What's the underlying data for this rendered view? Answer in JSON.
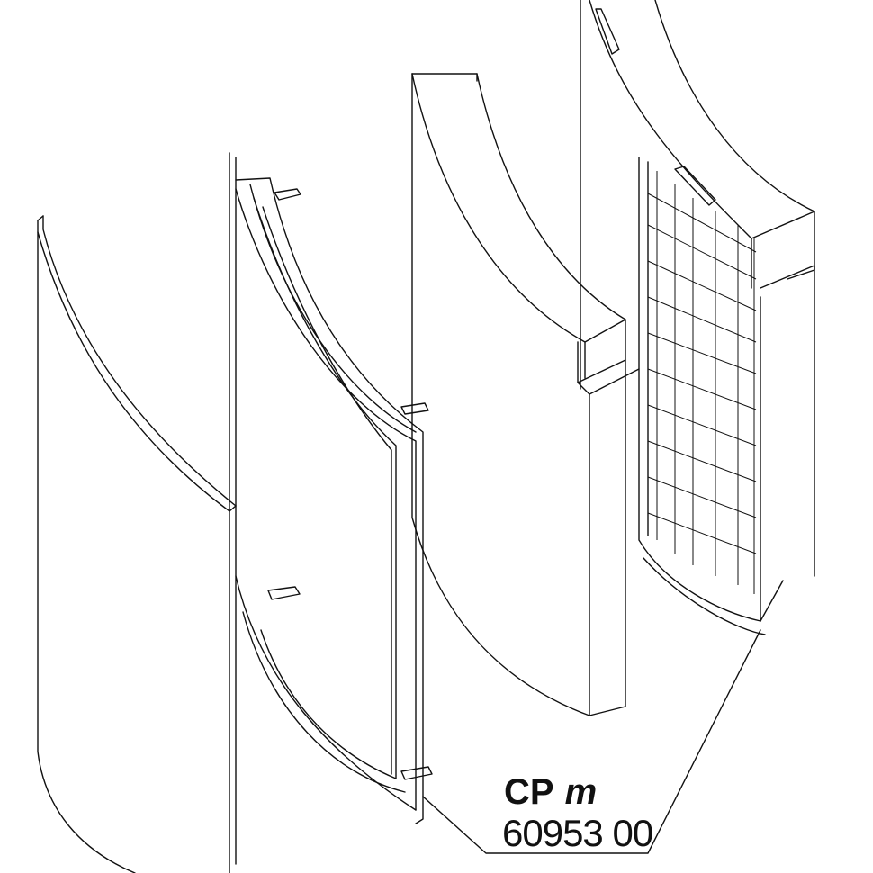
{
  "part_label": {
    "code": "CP",
    "model": "m",
    "number": "60953 00"
  },
  "colors": {
    "line": "#111111",
    "background": "#ffffff"
  }
}
